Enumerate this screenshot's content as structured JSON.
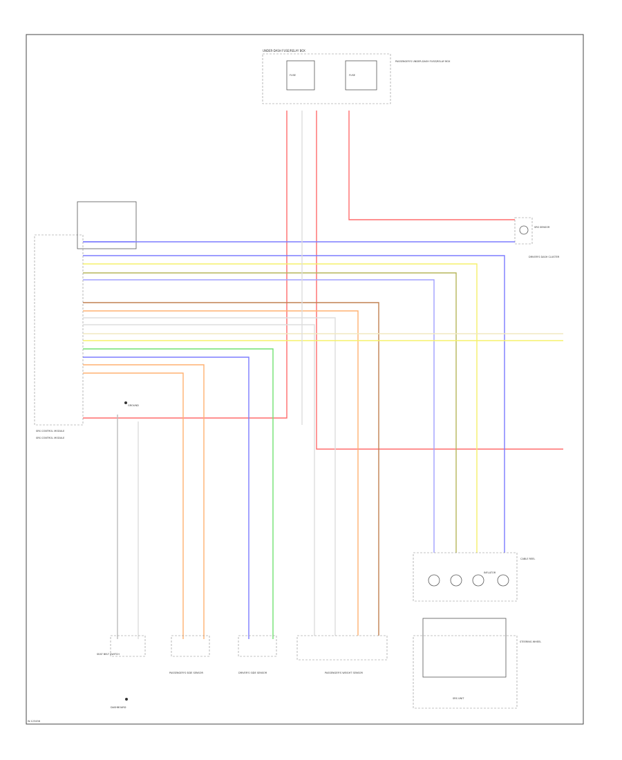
{
  "colors": {
    "red": "#ff6b6b",
    "blue": "#7b7bff",
    "yellow": "#f5f06a",
    "olive": "#b5b55a",
    "purple": "#a060a0",
    "brown": "#c08050",
    "orange": "#ffb070",
    "green": "#70e070",
    "gray": "#bbbbbb",
    "white": "#dddddd",
    "cream": "#f0e8c0"
  },
  "labels": {
    "fuse_box": "UNDER-DASH FUSE/RELAY BOX",
    "fuse_a": "FUSE",
    "fuse_b": "FUSE",
    "fuse_box_side": "PASSENGER'S UNDER-DASH FUSE/RELAY BOX",
    "sensor_top_right": "SRS SENSOR",
    "connector_right": "DRIVER'S DASH CLUSTER",
    "srs_module": "SRS CONTROL MODULE",
    "ground_label": "GROUND",
    "module_bottom": "SRS CONTROL MODULE",
    "belt_switch": "SEAT BELT SWITCH",
    "dash_left_bottom": "DASHBOARD",
    "sensor_a": "PASSENGER'S SIDE SENSOR",
    "sensor_b": "DRIVER'S SIDE SENSOR",
    "sensor_c": "PASSENGER'S WEIGHT SENSOR",
    "right_box": "CABLE REEL",
    "inflator": "INFLATOR",
    "steering": "STEERING WHEEL",
    "bottom_right": "SRS UNIT",
    "footer": "W-123456"
  }
}
